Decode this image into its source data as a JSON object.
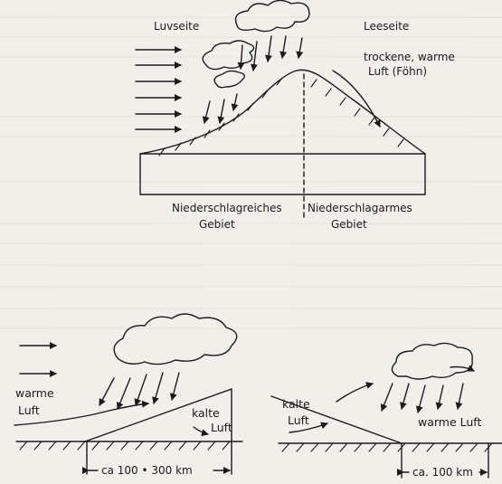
{
  "top": {
    "luv_label": "Luvseite",
    "lee_label": "Leeseite",
    "foehn_line1": "trockene, warme",
    "foehn_line2": "Luft (Föhn)",
    "left_area_line1": "Niederschlagreiches",
    "left_area_line2": "Gebiet",
    "right_area_line1": "Niederschlagarmes",
    "right_area_line2": "Gebiet"
  },
  "warm_front": {
    "warm_line1": "warme",
    "warm_line2": "Luft",
    "cold_line1": "kalte",
    "cold_line2": "Luft",
    "distance": "ca 100 • 300 km"
  },
  "cold_front": {
    "cold_line1": "kalte",
    "cold_line2": "Luft",
    "warm": "warme Luft",
    "distance": "ca. 100 km"
  }
}
